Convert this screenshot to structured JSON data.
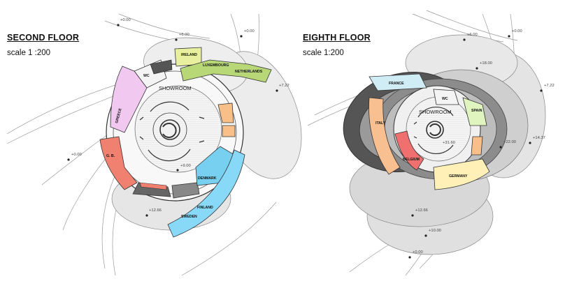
{
  "second_floor": {
    "title": "SECOND FLOOR",
    "scale": "scale 1 :200",
    "room_label": "SHOWROOM",
    "rooms": {
      "ireland": "IRELAND",
      "luxembourg": "LUXEMBOURG",
      "netherlands": "NETHERLANDS",
      "wc": "WC",
      "greece": "GREECE",
      "gb": "G. B.",
      "denmark": "DENMARK",
      "finland": "FINLAND",
      "sweden": "SWEDEN"
    },
    "levels": {
      "top_left": "+0.00",
      "top_mid": "+6.00",
      "top_right": "+0.00",
      "right": "+7.22",
      "center": "+9.00",
      "left": "+0.00",
      "bottom": "+12.66"
    }
  },
  "eighth_floor": {
    "title": "EIGHTH FLOOR",
    "scale": "scale 1:200",
    "room_label": "SHOWROOM",
    "rooms": {
      "france": "FRANCE",
      "wc": "WC",
      "spain": "SPAIN",
      "italy": "ITALY",
      "belgium": "BELGIUM",
      "germany": "GERMANY"
    },
    "levels": {
      "top_mid": "+6.00",
      "top_right": "+0.00",
      "upper": "+18.00",
      "right": "+7.22",
      "mid_right": "+22.00",
      "far_right": "+14.37",
      "center": "+31.60",
      "bottom_a": "+12.66",
      "bottom_b": "+10.00",
      "bottom_c": "+0.00"
    }
  },
  "colors": {
    "ireland": "#e8f0a0",
    "luxembourg": "#b8d878",
    "greece": "#f0c8f0",
    "gb": "#f08070",
    "denmark": "#78d0f0",
    "finland": "#88d8f8",
    "orange": "#f8c088",
    "france": "#d0ecf4",
    "spain": "#e0f4c0",
    "italy": "#f8c090",
    "belgium": "#f07070",
    "germany": "#fff0b8"
  }
}
